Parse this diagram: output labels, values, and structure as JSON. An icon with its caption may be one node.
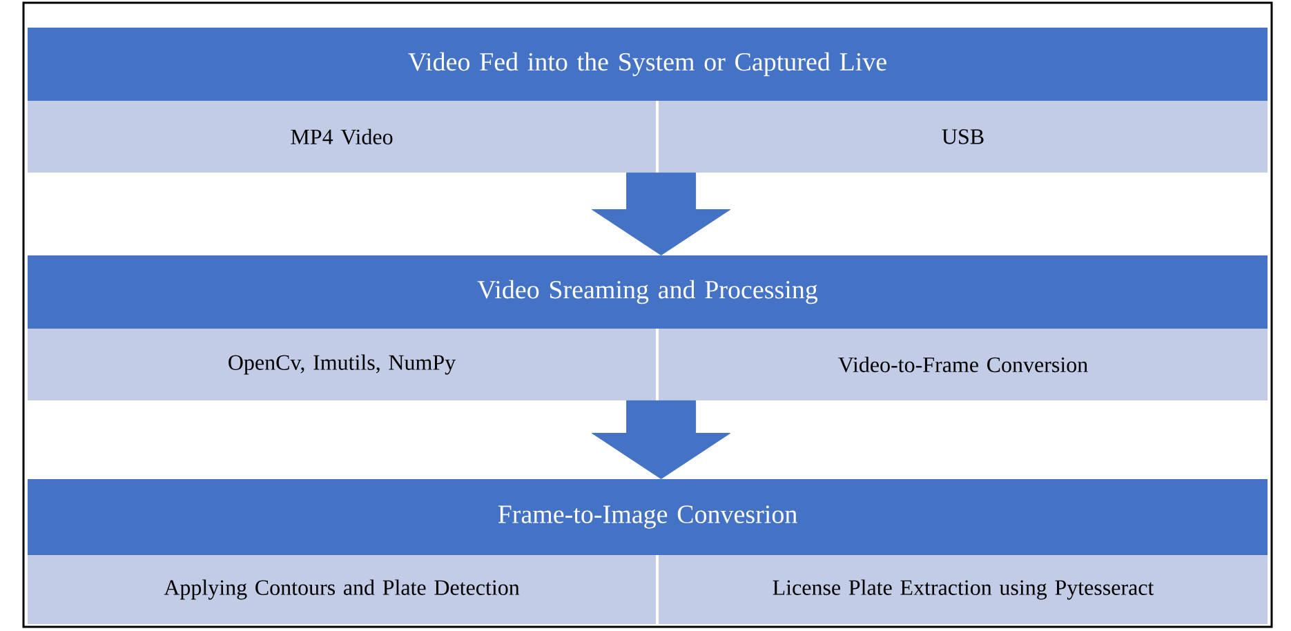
{
  "diagram": {
    "nodes": [
      {
        "text": [
          "Video Fed into the System or Captured Live"
        ]
      },
      {
        "text": [
          "MP4 Video"
        ]
      },
      {
        "text": [
          "USB"
        ]
      },
      {
        "text": [
          "Video Sreaming and Processing"
        ]
      },
      {
        "text": [
          "OpenCv, Imutils, NumPy"
        ]
      },
      {
        "text": [
          "Video-to-Frame Conversion"
        ]
      },
      {
        "text": [
          "Frame-to-Image Convesrion"
        ]
      },
      {
        "text": [
          "Applying Contours and Plate Detection"
        ]
      },
      {
        "text": [
          "License Plate Extraction using Pytesseract"
        ]
      }
    ],
    "edges": [
      {
        "from": 2,
        "to": 3,
        "arrow": "to"
      },
      {
        "from": 5,
        "to": 6,
        "arrow": "to"
      }
    ]
  }
}
